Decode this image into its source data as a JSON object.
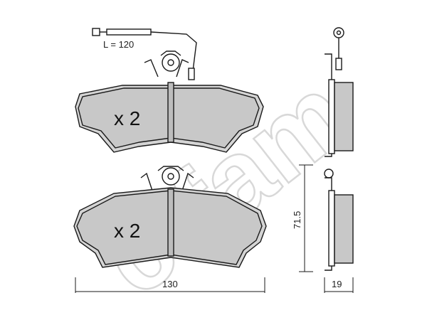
{
  "diagram": {
    "sensor_length_label": "L = 120",
    "pad_quantity_labels": [
      "x 2",
      "x 2"
    ],
    "dimensions": {
      "width": "130",
      "height": "71.5",
      "thickness": "19"
    },
    "watermark": "cifam",
    "colors": {
      "pad_fill": "#c8c8c8",
      "stroke": "#1a1a1a",
      "watermark": "#d8d8d8"
    }
  }
}
